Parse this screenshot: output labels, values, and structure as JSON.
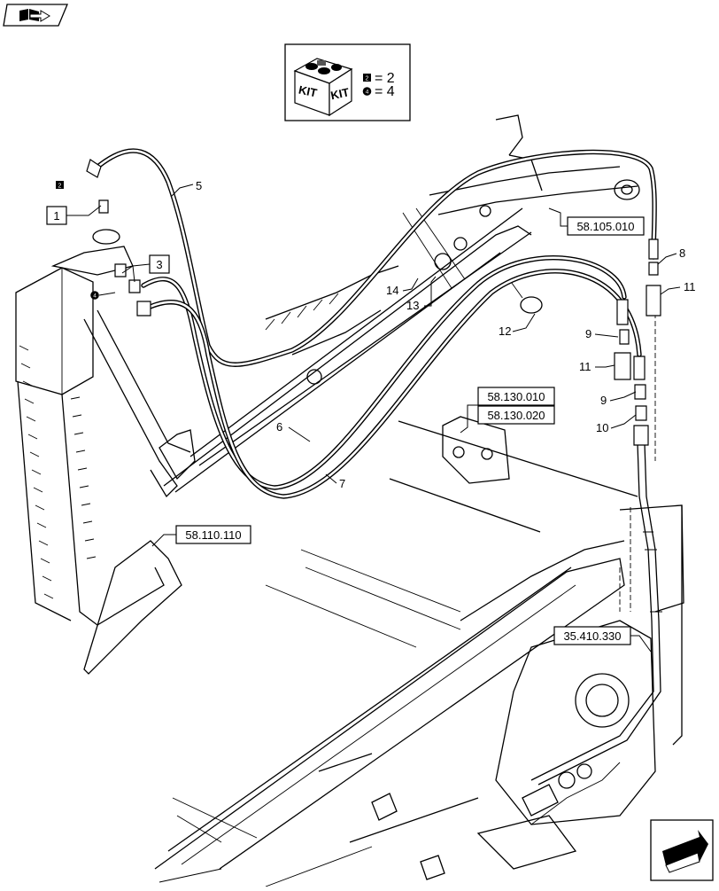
{
  "corner_icons": {
    "top_left": "book-arrow-icon",
    "bottom_right": "next-page-arrow-icon"
  },
  "kit_legend": {
    "kit_text": "KIT",
    "square_marker": "2",
    "circle_marker": "4",
    "square_count": "= 2",
    "circle_count": "= 4"
  },
  "callouts": [
    {
      "id": "1",
      "text": "1",
      "boxed": true,
      "marker": "square"
    },
    {
      "id": "3",
      "text": "3",
      "boxed": true,
      "marker": "circle"
    },
    {
      "id": "5",
      "text": "5"
    },
    {
      "id": "6",
      "text": "6"
    },
    {
      "id": "7",
      "text": "7"
    },
    {
      "id": "8",
      "text": "8"
    },
    {
      "id": "9a",
      "text": "9"
    },
    {
      "id": "9b",
      "text": "9"
    },
    {
      "id": "10",
      "text": "10"
    },
    {
      "id": "11a",
      "text": "11"
    },
    {
      "id": "11b",
      "text": "11"
    },
    {
      "id": "12",
      "text": "12"
    },
    {
      "id": "13",
      "text": "13"
    },
    {
      "id": "14",
      "text": "14"
    }
  ],
  "references": {
    "r58105010": "58.105.010",
    "r58130010": "58.130.010",
    "r58130020": "58.130.020",
    "r58110110": "58.110.110",
    "r35410330": "35.410.330"
  }
}
